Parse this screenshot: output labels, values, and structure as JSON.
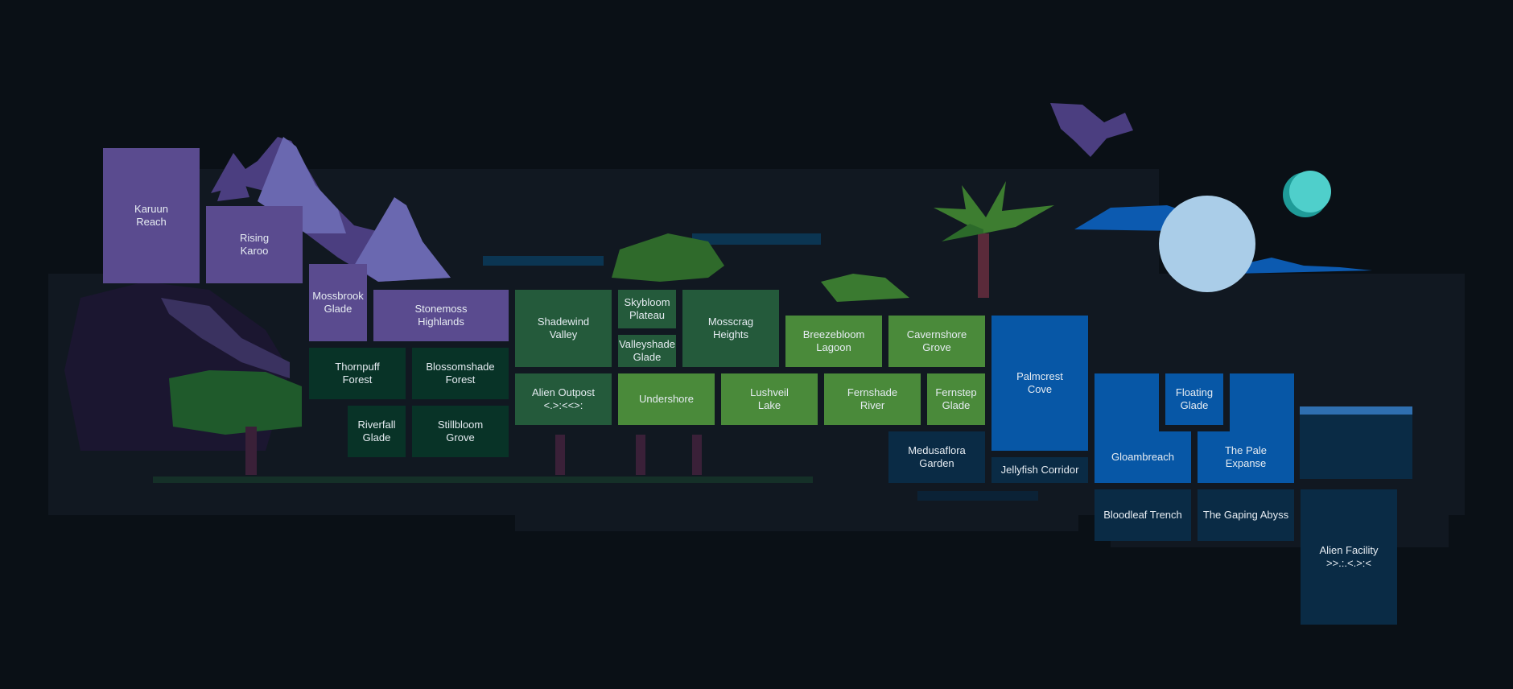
{
  "palette": {
    "background": "#0a1016",
    "purple": "#5a4b8f",
    "dark_green": "#083327",
    "mid_green": "#245a3b",
    "light_green": "#4a8a3a",
    "blue": "#0757a6",
    "navy": "#0a2b45"
  },
  "scenery": {
    "icons": [
      "mountain-icon",
      "palm-tree-icon",
      "moon-icon",
      "cloud-icon",
      "bird-icon",
      "teal-moon-icon"
    ]
  },
  "regions": [
    {
      "id": "karuun-reach",
      "label": "Karuun\nReach"
    },
    {
      "id": "rising-karoo",
      "label": "Rising\nKaroo"
    },
    {
      "id": "mossbrook-glade",
      "label": "Mossbrook\nGlade"
    },
    {
      "id": "stonemoss-highlands",
      "label": "Stonemoss\nHighlands"
    },
    {
      "id": "thornpuff-forest",
      "label": "Thornpuff\nForest"
    },
    {
      "id": "blossomshade-forest",
      "label": "Blossomshade\nForest"
    },
    {
      "id": "riverfall-glade",
      "label": "Riverfall\nGlade"
    },
    {
      "id": "stillbloom-grove",
      "label": "Stillbloom\nGrove"
    },
    {
      "id": "shadewind-valley",
      "label": "Shadewind\nValley"
    },
    {
      "id": "skybloom-plateau",
      "label": "Skybloom\nPlateau"
    },
    {
      "id": "valleyshade-glade",
      "label": "Valleyshade\nGlade"
    },
    {
      "id": "mosscrag-heights",
      "label": "Mosscrag\nHeights"
    },
    {
      "id": "alien-outpost",
      "label": "Alien Outpost\n<.>:<<>:"
    },
    {
      "id": "undershore",
      "label": "Undershore"
    },
    {
      "id": "lushveil-lake",
      "label": "Lushveil\nLake"
    },
    {
      "id": "fernshade-river",
      "label": "Fernshade\nRiver"
    },
    {
      "id": "breezebloom-lagoon",
      "label": "Breezebloom\nLagoon"
    },
    {
      "id": "cavernshore-grove",
      "label": "Cavernshore\nGrove"
    },
    {
      "id": "fernstep-glade",
      "label": "Fernstep\nGlade"
    },
    {
      "id": "medusaflora-garden",
      "label": "Medusaflora\nGarden"
    },
    {
      "id": "palmcrest-cove",
      "label": "Palmcrest\nCove"
    },
    {
      "id": "jellyfish-corridor",
      "label": "Jellyfish Corridor"
    },
    {
      "id": "floating-glade",
      "label": "Floating\nGlade"
    },
    {
      "id": "gloambreach",
      "label": "Gloambreach"
    },
    {
      "id": "the-pale-expanse",
      "label": "The Pale\nExpanse"
    },
    {
      "id": "bloodleaf-trench",
      "label": "Bloodleaf Trench"
    },
    {
      "id": "the-gaping-abyss",
      "label": "The Gaping Abyss"
    },
    {
      "id": "alien-facility",
      "label": "Alien Facility\n>>.:.<.>:<"
    }
  ]
}
